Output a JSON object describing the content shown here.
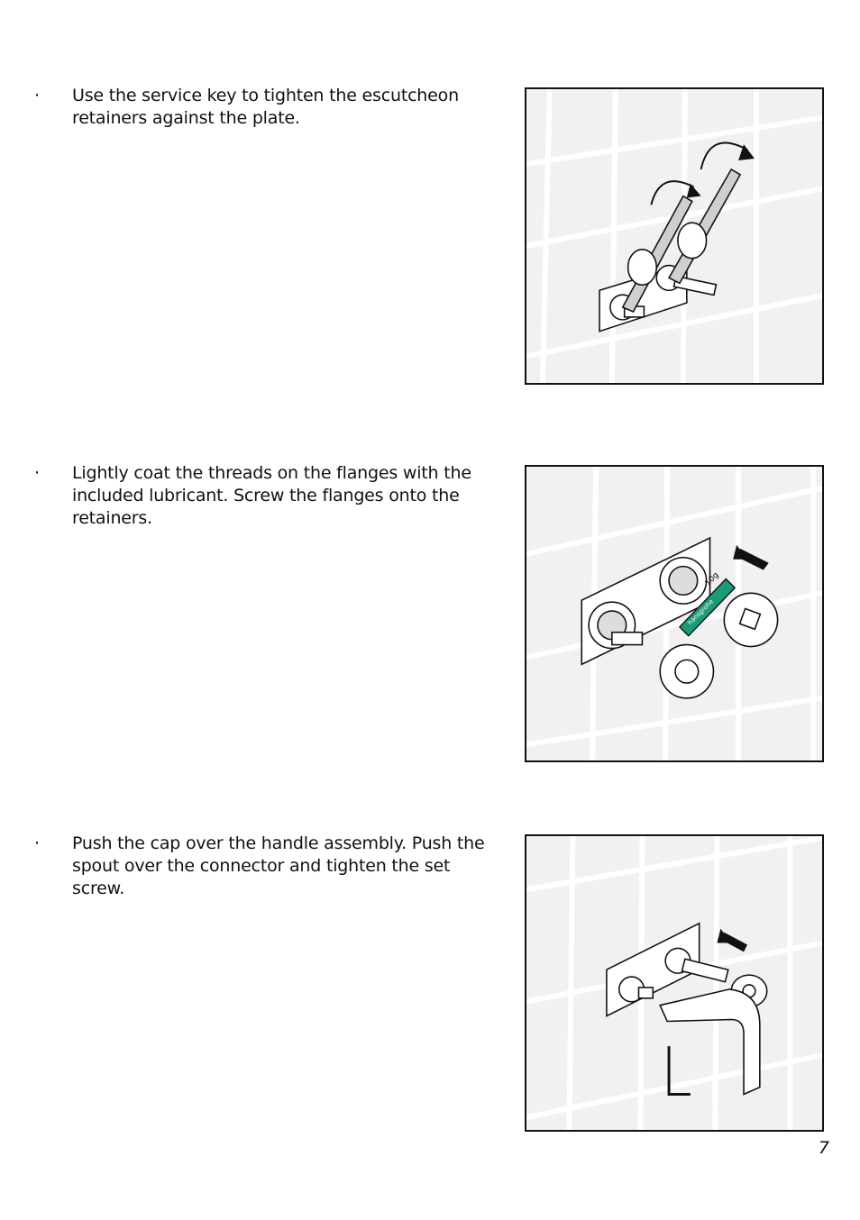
{
  "steps": [
    {
      "bullet": "·",
      "text": "Use the service key to tighten the escutcheon retainers against the plate.",
      "figure_icon": "service-key-tighten-illustration"
    },
    {
      "bullet": "·",
      "text": "Lightly coat the threads on the flanges with the included lubricant.  Screw the flanges onto the retainers.",
      "figure_icon": "lubricant-flange-illustration",
      "tube_label": "10g",
      "tube_brand": "hansgrohe"
    },
    {
      "bullet": "·",
      "text": "Push the cap over the handle assembly.  Push the spout over the connector and tighten the set screw.",
      "figure_icon": "spout-cap-install-illustration"
    }
  ],
  "page_number": "7",
  "colors": {
    "tile": "#f1f1f1",
    "grout": "#ffffff",
    "line": "#111111",
    "accent": "#1a9c7a"
  }
}
